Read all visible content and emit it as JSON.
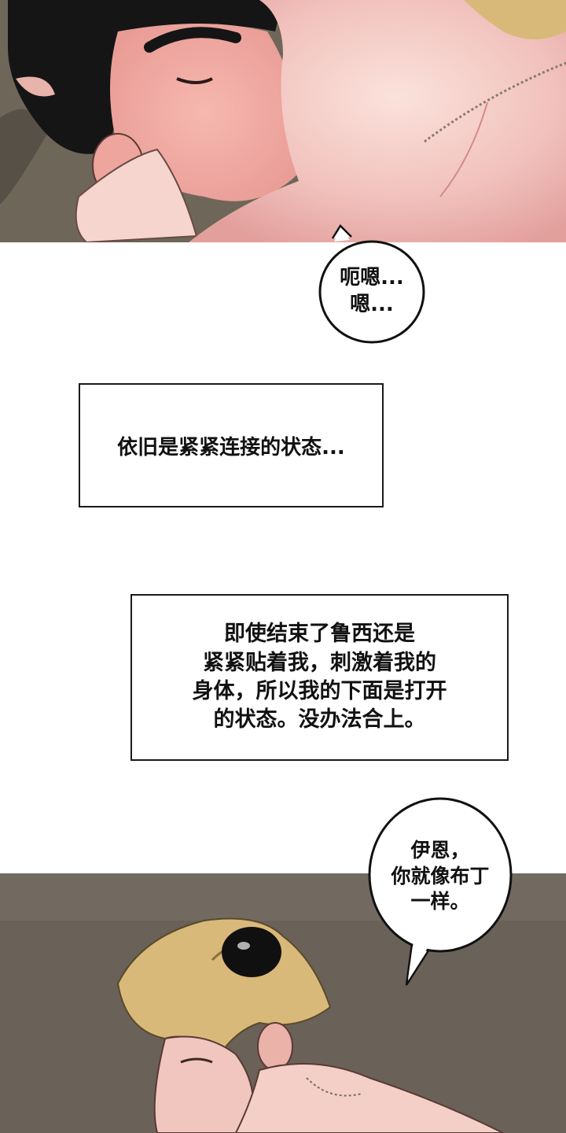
{
  "panels": {
    "top": {
      "scene": "close-up kiss between dark-haired man and blond man"
    },
    "bottom": {
      "scene": "blond man looking down"
    }
  },
  "bubbles": {
    "first": {
      "lines": [
        "呃嗯...",
        "嗯..."
      ]
    },
    "second": {
      "lines": [
        "伊恩，",
        "你就像布丁",
        "一样。"
      ]
    }
  },
  "captions": {
    "first": {
      "lines": [
        "依旧是紧紧连接的状态..."
      ]
    },
    "second": {
      "lines": [
        "即使结束了鲁西还是",
        "紧紧贴着我，刺激着我的",
        "身体，所以我的下面是打开",
        "的状态。没办法合上。"
      ]
    }
  },
  "colors": {
    "panel_bg": "#6e6659",
    "skin": "#f2c4c0",
    "hair_dark": "#151515",
    "hair_blond": "#d9b979",
    "ink": "#111111"
  }
}
